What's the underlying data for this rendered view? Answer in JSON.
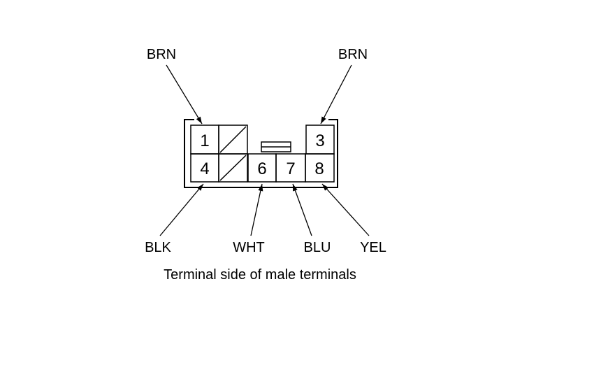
{
  "connector": {
    "pins": {
      "p1": "1",
      "p3": "3",
      "p4": "4",
      "p6": "6",
      "p7": "7",
      "p8": "8"
    }
  },
  "wires": {
    "top_left": "BRN",
    "top_right": "BRN",
    "bottom_1": "BLK",
    "bottom_2": "WHT",
    "bottom_3": "BLU",
    "bottom_4": "YEL"
  },
  "caption": "Terminal side of male terminals"
}
